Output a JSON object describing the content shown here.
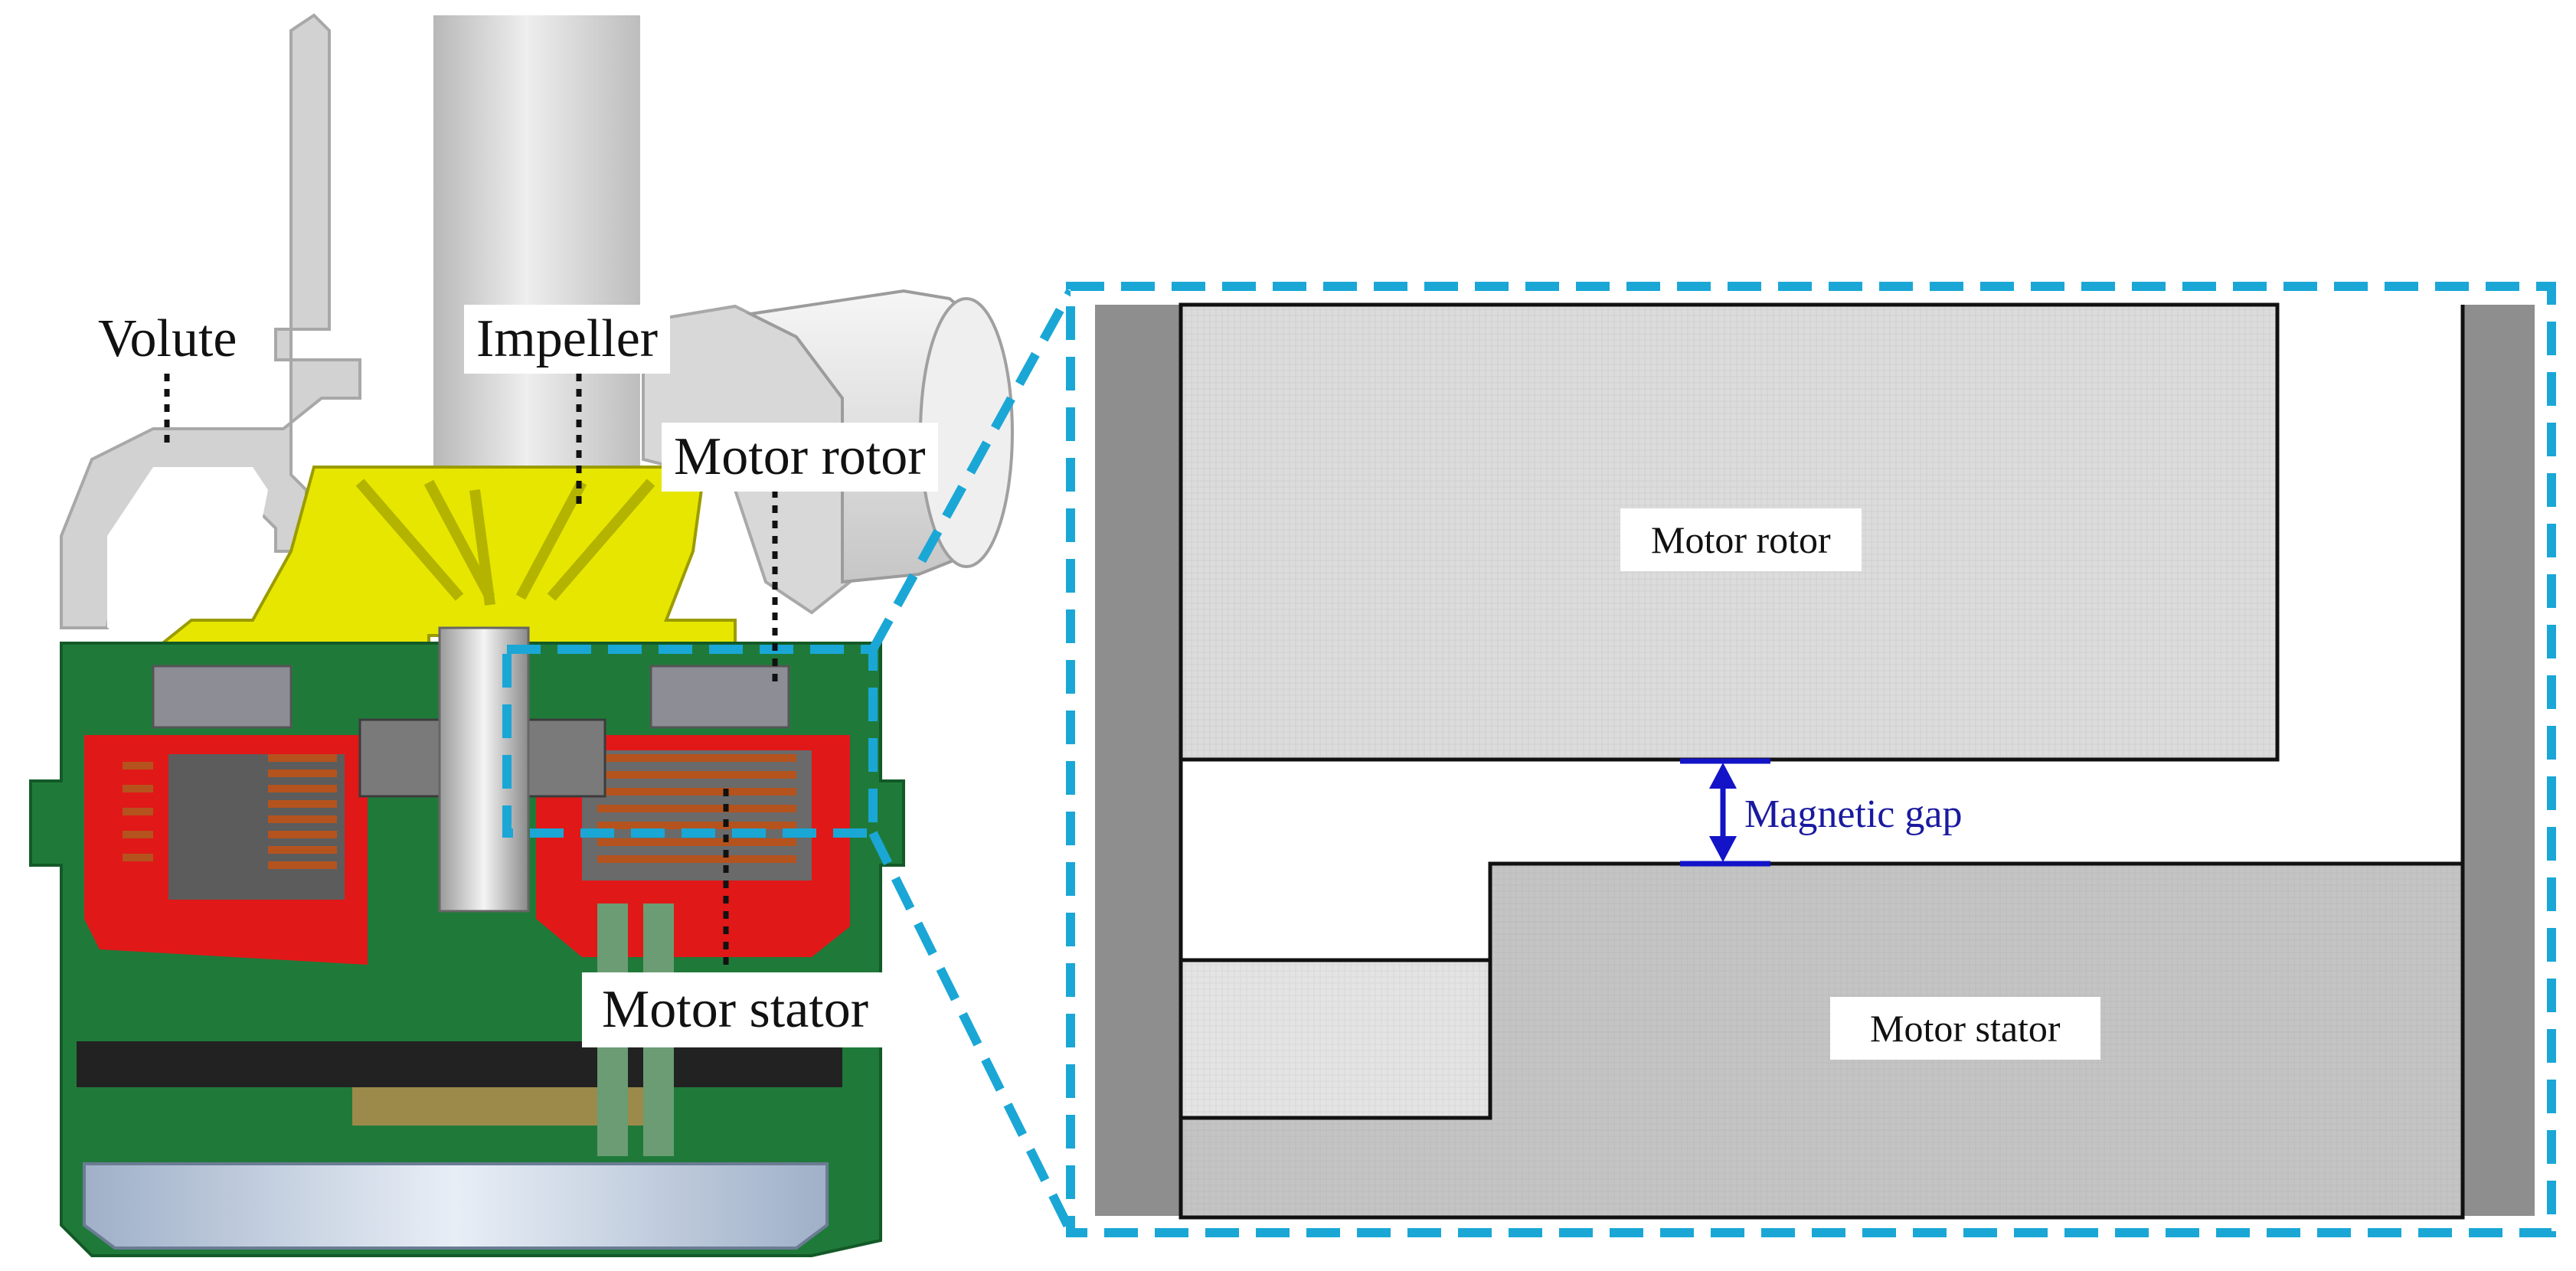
{
  "diagram": {
    "labels": {
      "volute": "Volute",
      "impeller": "Impeller",
      "motor_rotor": "Motor rotor",
      "motor_stator": "Motor stator"
    },
    "zoom_view": {
      "motor_rotor": "Motor rotor",
      "motor_stator": "Motor stator",
      "magnetic_gap": "Magnetic gap"
    },
    "colors": {
      "callout_dash": "#1aa7d6",
      "gap_arrow": "#1313c8",
      "impeller": "#e6e600",
      "housing_green": "#1f7a3a",
      "stator_red": "#e01818",
      "coil_copper": "#b5531e",
      "volute_gray": "#c8c8c8"
    }
  }
}
